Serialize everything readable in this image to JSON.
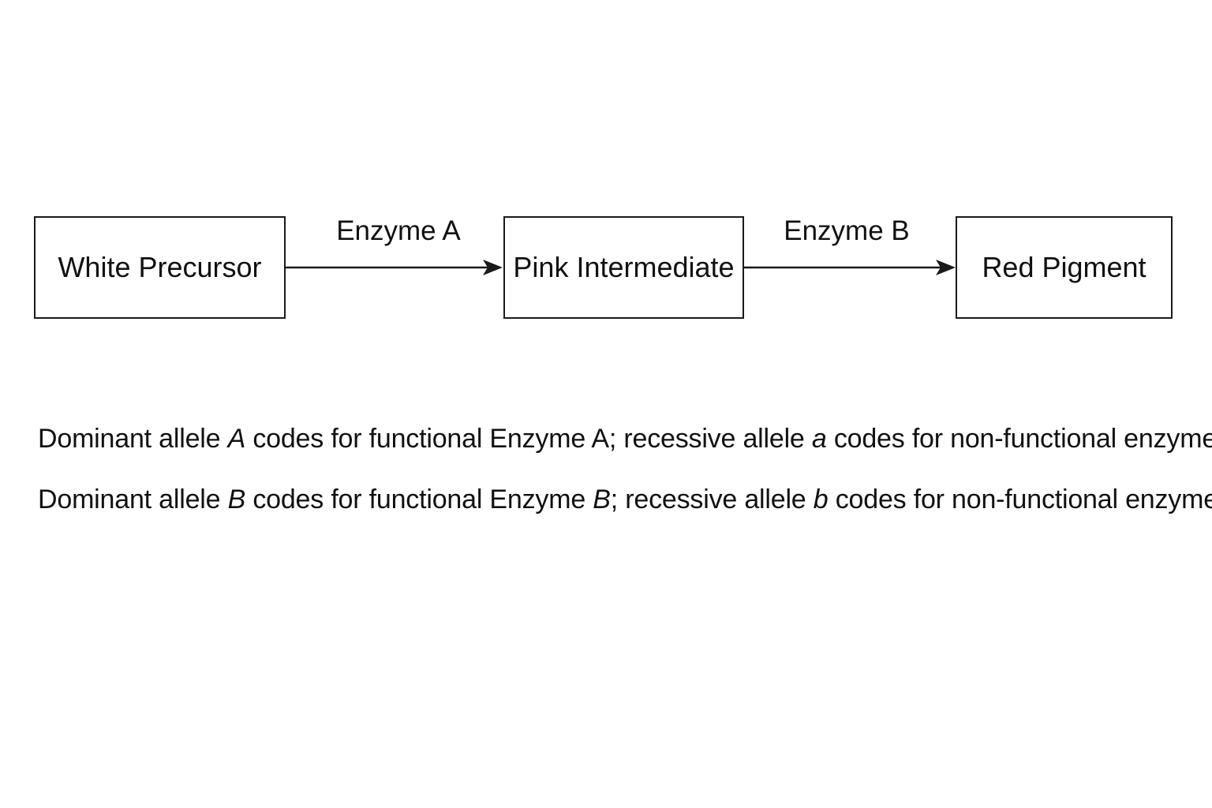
{
  "nodes": {
    "white_precursor": "White Precursor",
    "pink_intermediate": "Pink Intermediate",
    "red_pigment": "Red Pigment"
  },
  "edges": {
    "enzyme_a": "Enzyme A",
    "enzyme_b": "Enzyme B"
  },
  "notes": [
    {
      "p1": "Dominant allele ",
      "allele_dominant": "A",
      "p2": " codes for functional Enzyme A; recessive allele ",
      "allele_recessive": "a",
      "p3": " codes for non-functional enzyme."
    },
    {
      "p1": "Dominant allele ",
      "allele_dominant": "B",
      "p2": " codes for functional Enzyme ",
      "enzyme_letter": "B",
      "p3": "; recessive allele ",
      "allele_recessive": "b",
      "p4": " codes for non-functional enzyme."
    }
  ]
}
